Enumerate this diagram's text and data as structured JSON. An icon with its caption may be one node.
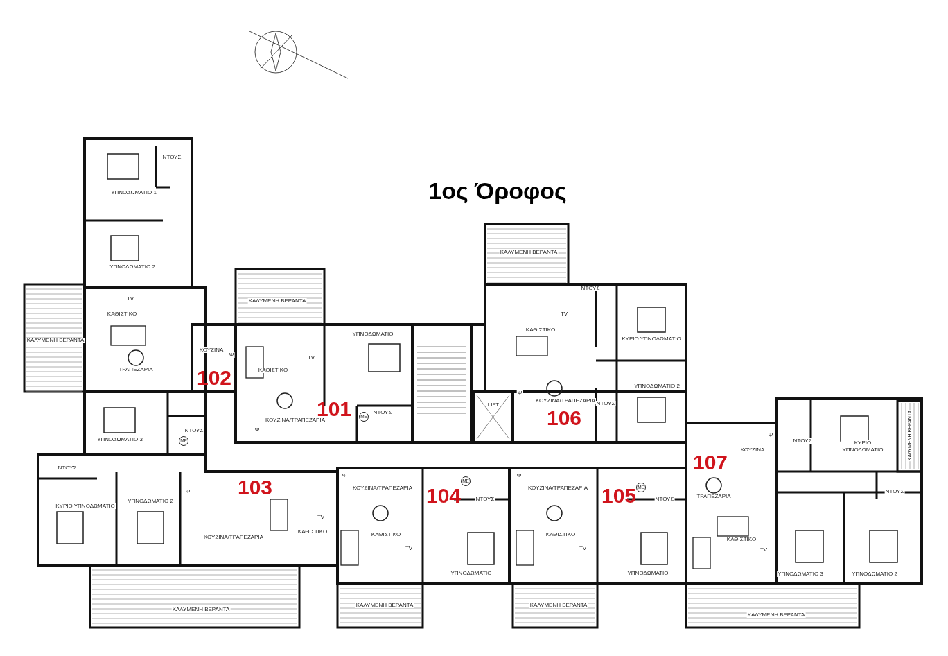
{
  "diagram": {
    "title": "1ος Όροφος",
    "labels": [
      "ΝΤΟΥΣ",
      "ΥΠΝΟΔΩΜΑΤΙΟ 1",
      "ΚΑΛΥΜΕΝΗ ΒΕΡΑΝΤΑ",
      "ΥΠΝΟΔΩΜΑΤΙΟ 2",
      "ΚΑΛΥΜΕΝΗ ΒΕΡΑΝΤΑ",
      "TV",
      "ΝΤΟΥΣ",
      "ΚΑΘΙΣΤΙΚΟ",
      "TV",
      "ΚΑΘΙΣΤΙΚΟ",
      "ΥΠΝΟΔΩΜΑΤΙΟ",
      "ΚΥΡΙΟ ΥΠΝΟΔΩΜΑΤΙΟ",
      "ΚΑΛΥΜΕΝΗ ΒΕΡΑΝΤΑ",
      "ΚΟΥΖΙΝΑ",
      "Ψ",
      "TV",
      "ΤΡΑΠΕΖΑΡΙΑ",
      "ΚΑΘΙΣΤΙΚΟ",
      "102",
      "ΥΠΝΟΔΩΜΑΤΙΟ 2",
      "Ψ",
      "ΚΟΥΖΙΝΑ/ΤΡΑΠΕΖΑΡΙΑ",
      "ΝΤΟΥΣ",
      "LIFT",
      "101",
      "ΜΕ",
      "ΝΤΟΥΣ",
      "106",
      "ΝΤΟΥΣ",
      "Ψ",
      "ΚΟΥΖΙΝΑ/ΤΡΑΠΕΖΑΡΙΑ",
      "ΥΠΝΟΔΩΜΑΤΙΟ 3",
      "ΜΕ",
      "Ψ",
      "ΝΤΟΥΣ",
      "ΚΑΛΥΜΕΝΗ ΒΕΡΑΝΤΑ",
      "ΚΥΡΙΟ ΥΠΝΟΔΩΜΑΤΙΟ",
      "ΚΟΥΖΙΝΑ",
      "107",
      "ΝΤΟΥΣ",
      "Ψ",
      "Ψ",
      "ΜΕ",
      "103",
      "ΚΟΥΖΙΝΑ/ΤΡΑΠΕΖΑΡΙΑ",
      "ΚΟΥΖΙΝΑ/ΤΡΑΠΕΖΑΡΙΑ",
      "ΜΕ",
      "Ψ",
      "ΝΤΟΥΣ",
      "104",
      "105",
      "ΤΡΑΠΕΖΑΡΙΑ",
      "ΝΤΟΥΣ",
      "ΝΤΟΥΣ",
      "ΥΠΝΟΔΩΜΑΤΙΟ 2",
      "ΚΥΡΙΟ ΥΠΝΟΔΩΜΑΤΙΟ",
      "TV",
      "ΚΑΘΙΣΤΙΚΟ",
      "ΚΑΘΙΣΤΙΚΟ",
      "ΚΑΘΙΣΤΙΚΟ",
      "ΚΟΥΖΙΝΑ/ΤΡΑΠΕΖΑΡΙΑ",
      "ΚΑΘΙΣΤΙΚΟ",
      "TV",
      "TV",
      "TV",
      "ΥΠΝΟΔΩΜΑΤΙΟ",
      "ΥΠΝΟΔΩΜΑΤΙΟ",
      "ΥΠΝΟΔΩΜΑΤΙΟ 3",
      "ΥΠΝΟΔΩΜΑΤΙΟ 2",
      "ΚΑΛΥΜΕΝΗ ΒΕΡΑΝΤΑ",
      "ΚΑΛΥΜΕΝΗ ΒΕΡΑΝΤΑ",
      "ΚΑΛΥΜΕΝΗ ΒΕΡΑΝΤΑ",
      "ΚΑΛΥΜΕΝΗ ΒΕΡΑΝΤΑ"
    ]
  }
}
